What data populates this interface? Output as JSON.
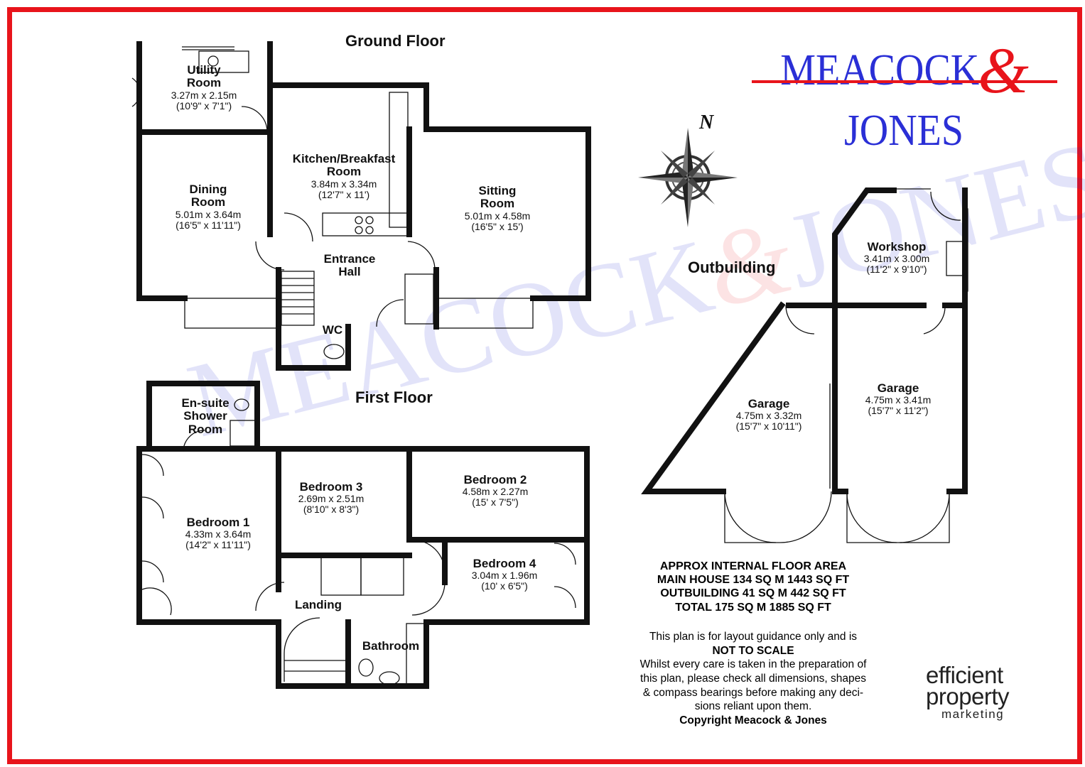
{
  "colors": {
    "frame": "#e8141b",
    "brand_blue": "#2a2fd6",
    "wall": "#111111"
  },
  "logo": {
    "word1": "MEACOCK",
    "amp": "&",
    "word2": "JONES"
  },
  "headings": {
    "ground": "Ground Floor",
    "first": "First Floor",
    "outbuilding": "Outbuilding"
  },
  "compass": {
    "label": "N"
  },
  "rooms": {
    "utility": {
      "name1": "Utility",
      "name2": "Room",
      "metric": "3.27m x 2.15m",
      "imperial": "(10'9\" x 7'1\")"
    },
    "dining": {
      "name1": "Dining",
      "name2": "Room",
      "metric": "5.01m x 3.64m",
      "imperial": "(16'5\" x 11'11\")"
    },
    "kitchen": {
      "name1": "Kitchen/Breakfast",
      "name2": "Room",
      "metric": "3.84m x 3.34m",
      "imperial": "(12'7\" x 11')"
    },
    "sitting": {
      "name1": "Sitting",
      "name2": "Room",
      "metric": "5.01m x 4.58m",
      "imperial": "(16'5\" x 15')"
    },
    "entrance": {
      "name1": "Entrance",
      "name2": "Hall"
    },
    "wc": {
      "name": "WC"
    },
    "ensuite": {
      "name1": "En-suite",
      "name2": "Shower",
      "name3": "Room"
    },
    "bedroom1": {
      "name": "Bedroom 1",
      "metric": "4.33m x 3.64m",
      "imperial": "(14'2\" x 11'11\")"
    },
    "bedroom3": {
      "name": "Bedroom 3",
      "metric": "2.69m x 2.51m",
      "imperial": "(8'10\" x 8'3\")"
    },
    "bedroom2": {
      "name": "Bedroom 2",
      "metric": "4.58m x 2.27m",
      "imperial": "(15' x 7'5\")"
    },
    "bedroom4": {
      "name": "Bedroom 4",
      "metric": "3.04m x 1.96m",
      "imperial": "(10' x 6'5\")"
    },
    "landing": {
      "name": "Landing"
    },
    "bathroom": {
      "name": "Bathroom"
    },
    "workshop": {
      "name": "Workshop",
      "metric": "3.41m x 3.00m",
      "imperial": "(11'2\" x 9'10\")"
    },
    "garage1": {
      "name": "Garage",
      "metric": "4.75m x 3.32m",
      "imperial": "(15'7\" x 10'11\")"
    },
    "garage2": {
      "name": "Garage",
      "metric": "4.75m x 3.41m",
      "imperial": "(15'7\" x 11'2\")"
    }
  },
  "area": {
    "line1": "APPROX INTERNAL FLOOR AREA",
    "line2": "MAIN HOUSE 134 SQ M 1443 SQ FT",
    "line3": "OUTBUILDING 41 SQ M 442 SQ FT",
    "line4": "TOTAL 175 SQ M 1885 SQ FT"
  },
  "disclaimer": {
    "l1": "This plan is for layout guidance only and is",
    "l2": "NOT TO SCALE",
    "l3": "Whilst every care is taken in the preparation of",
    "l4": "this plan, please check all dimensions, shapes",
    "l5": "& compass bearings before making any deci-",
    "l6": "sions reliant upon them.",
    "l7": "Copyright Meacock & Jones"
  },
  "epm": {
    "l1": "efficient",
    "l2": "property",
    "l3": "marketing"
  },
  "watermark": {
    "w1": "MEACOCK",
    "amp": "&",
    "w2": "JONES"
  }
}
